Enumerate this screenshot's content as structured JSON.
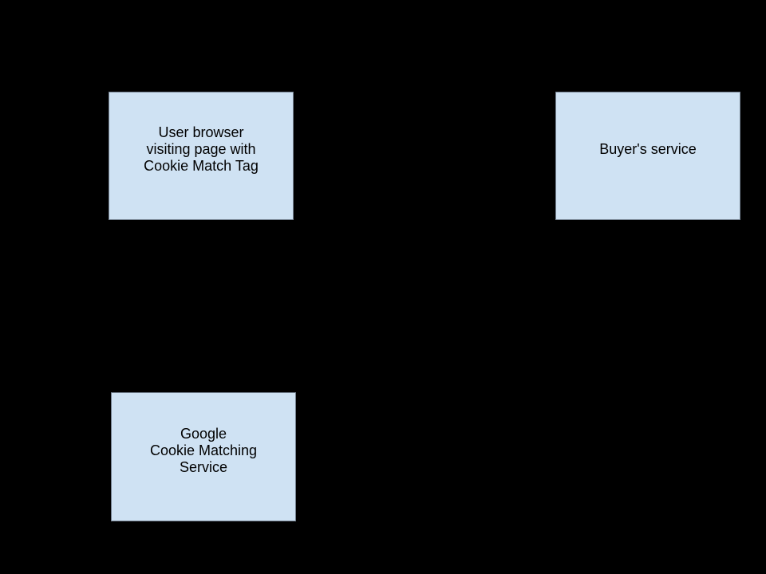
{
  "diagram": {
    "colors": {
      "background": "#000000",
      "node_fill": "#cfe2f3",
      "node_border": "#73808f",
      "node_text": "#000000"
    },
    "nodes": [
      {
        "id": "user-browser",
        "lines": [
          "User browser",
          "visiting page with",
          "Cookie Match Tag"
        ]
      },
      {
        "id": "buyers-service",
        "lines": [
          "Buyer's service"
        ]
      },
      {
        "id": "google-cookie-matching-service",
        "lines": [
          "Google",
          "Cookie Matching",
          "Service"
        ]
      }
    ]
  }
}
